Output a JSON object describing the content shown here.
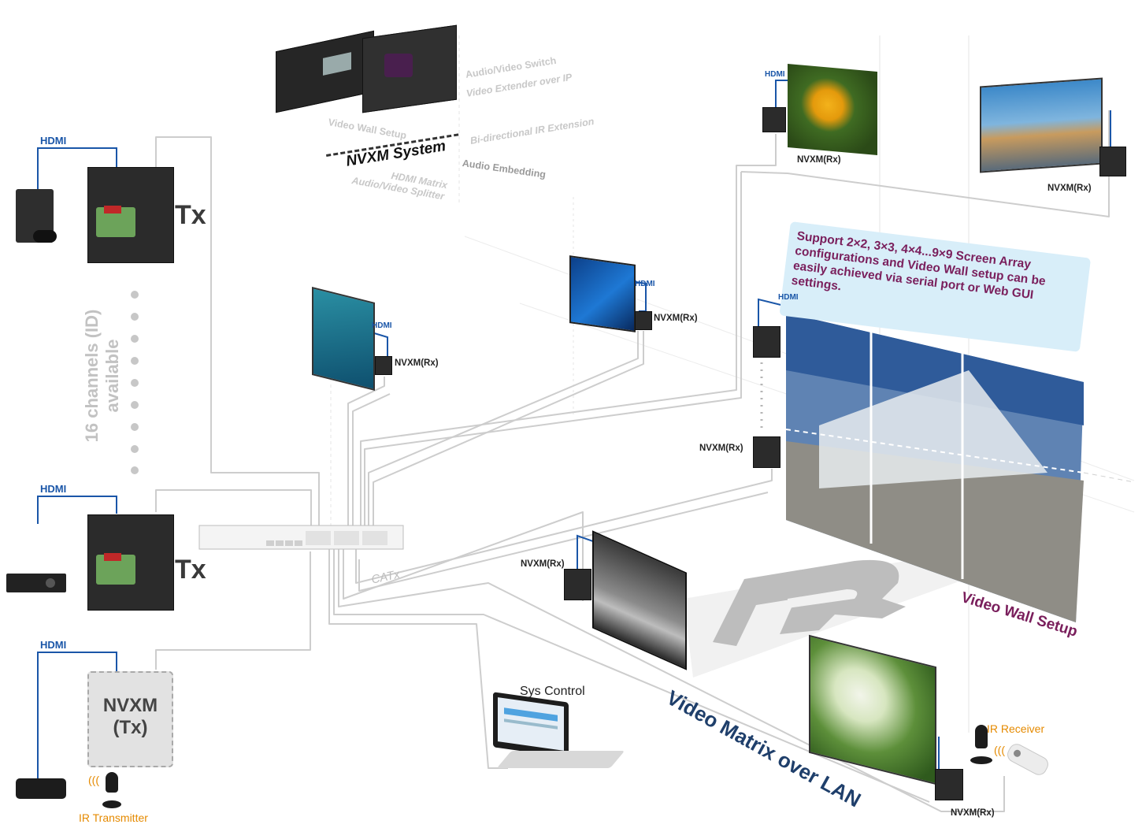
{
  "labels": {
    "hdmi": "HDMI",
    "tx": "Tx",
    "rx": "NVXM(Rx)",
    "nvxm_tx_line1": "NVXM",
    "nvxm_tx_line2": "(Tx)",
    "channels_line1": "16 channels (ID)",
    "channels_line2": "available",
    "ir_transmitter": "IR Transmitter",
    "ir_receiver": "IR Receiver",
    "sys_control": "Sys Control",
    "catx": "CATx",
    "video_matrix": "Video Matrix over LAN",
    "video_wall_setup": "Video Wall Setup"
  },
  "features": {
    "system_name": "NVXM System",
    "items": [
      "Audio/Video Switch",
      "Video Extender over IP",
      "Video Wall Setup",
      "Bi-directional IR Extension",
      "Audio Embedding",
      "HDMI Matrix",
      "Audio/Video Splitter"
    ]
  },
  "callout": {
    "line1": "Support 2×2, 3×3, 4×4...9×9 Screen Array",
    "line2": "configurations and Video Wall setup can be",
    "line3": "easily achieved via serial port or Web GUI",
    "line4": "settings."
  },
  "colors": {
    "hdmi_blue": "#1a56a8",
    "cable_gray": "#c9c9c9",
    "wall_label": "#7a1f5c",
    "callout_text": "#7a1f5c",
    "callout_bg": "#d8eef9",
    "matrix_label": "#1f3f6b",
    "ir_orange": "#e58a00"
  }
}
